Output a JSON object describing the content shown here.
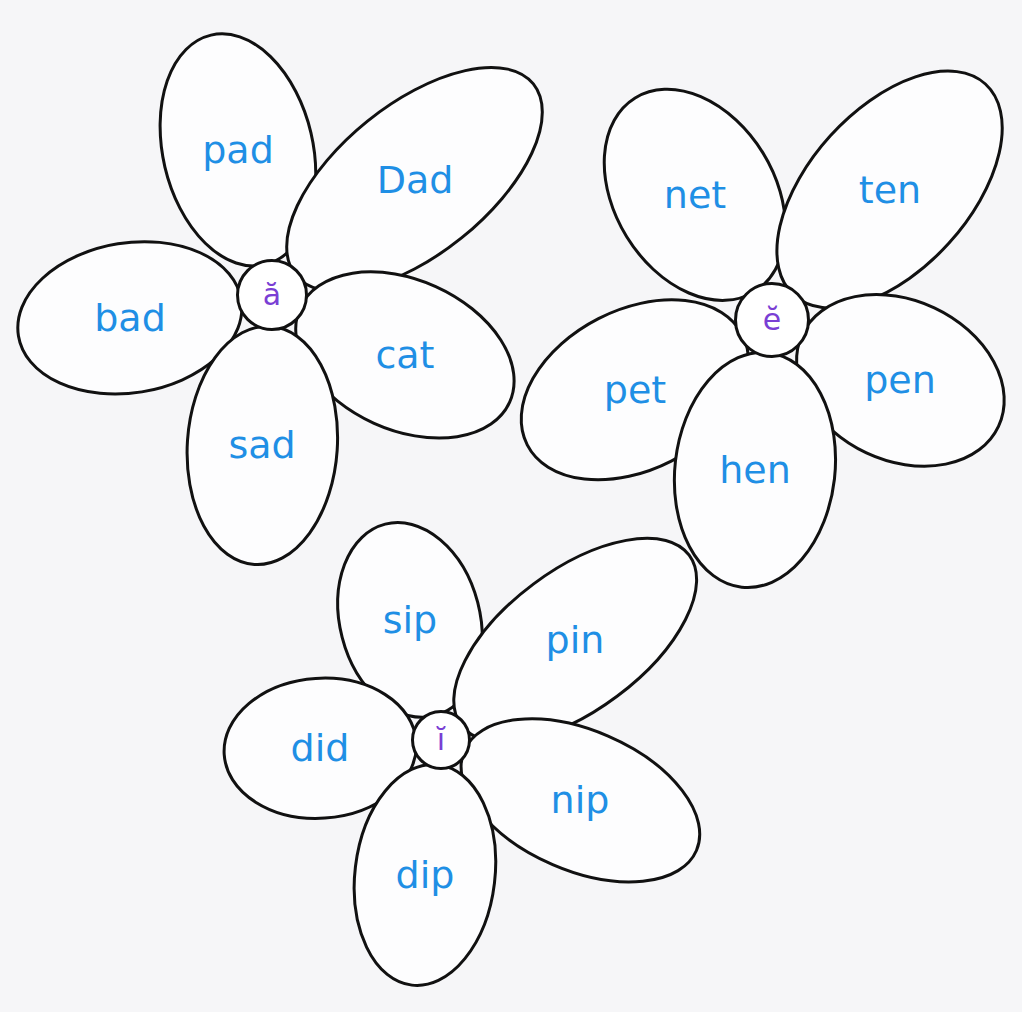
{
  "diagram": {
    "nodes": [
      {
        "text": [
          "pad"
        ]
      },
      {
        "text": [
          "Dad"
        ]
      },
      {
        "text": [
          "ă"
        ]
      },
      {
        "text": [
          "bad"
        ]
      },
      {
        "text": [
          "cat"
        ]
      },
      {
        "text": [
          "sad"
        ]
      },
      {
        "text": [
          "net"
        ]
      },
      {
        "text": [
          "ten"
        ]
      },
      {
        "text": [
          "ĕ"
        ]
      },
      {
        "text": [
          "pet"
        ]
      },
      {
        "text": [
          "pen"
        ]
      },
      {
        "text": [
          "hen"
        ]
      },
      {
        "text": [
          "sip"
        ]
      },
      {
        "text": [
          "pin"
        ]
      },
      {
        "text": [
          "ĭ"
        ]
      },
      {
        "text": [
          "did"
        ]
      },
      {
        "text": [
          "nip"
        ]
      },
      {
        "text": [
          "dip"
        ]
      }
    ]
  }
}
